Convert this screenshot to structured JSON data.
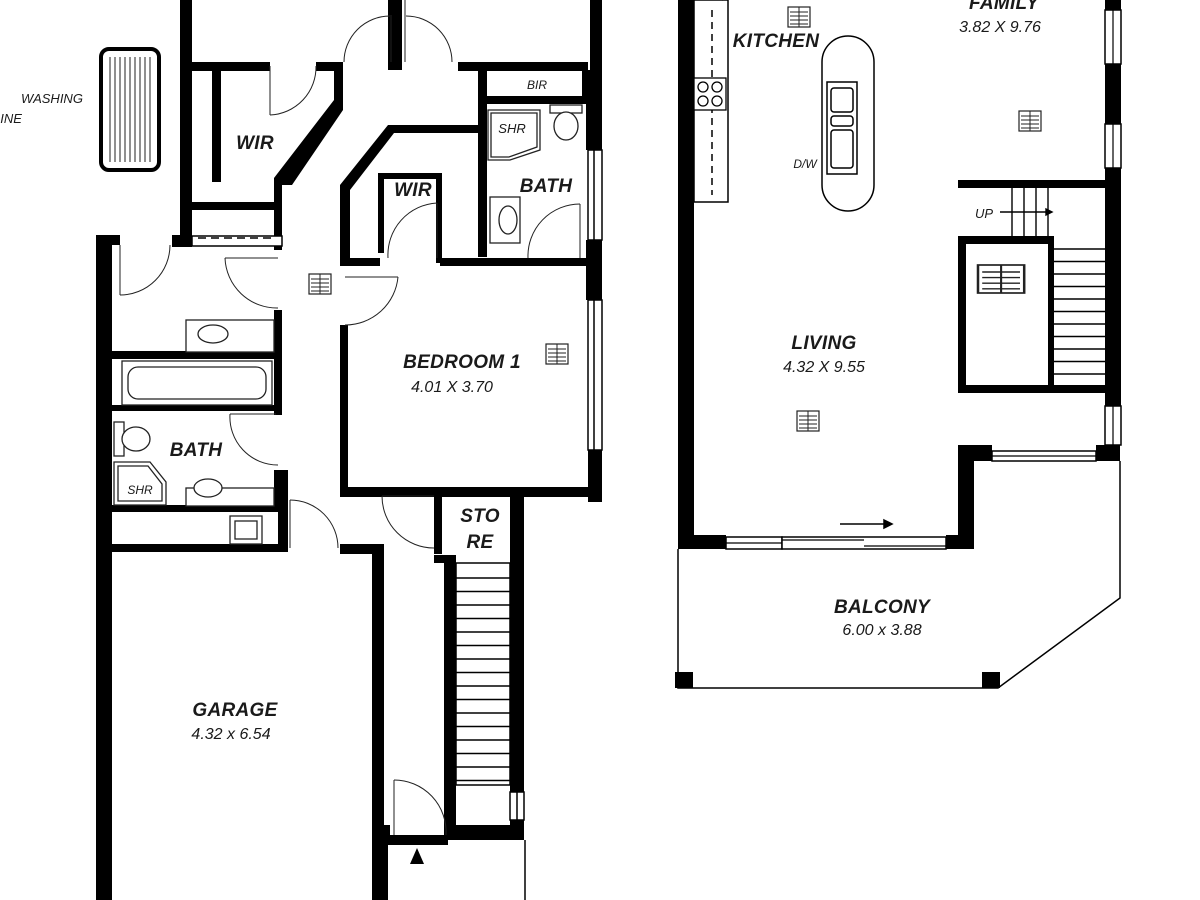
{
  "labels": {
    "washing_line": [
      "WASHING",
      "LINE"
    ],
    "wir_left": "WIR",
    "wir_mid": "WIR",
    "bir": "BIR",
    "shr_ensuite": "SHR",
    "bath_ensuite": "BATH",
    "bedroom1": "BEDROOM 1",
    "bedroom1_dim": "4.01 X 3.70",
    "bath_main": "BATH",
    "shr_main": "SHR",
    "store": [
      "STO",
      "RE"
    ],
    "garage": "GARAGE",
    "garage_dim": "4.32 x 6.54",
    "kitchen": "KITCHEN",
    "family": "FAMILY",
    "family_dim": "3.82 X 9.76",
    "dw": "D/W",
    "up": "UP",
    "living": "LIVING",
    "living_dim": "4.32 X 9.55",
    "balcony": "BALCONY",
    "balcony_dim": "6.00 x 3.88"
  },
  "colors": {
    "wall": "#000000",
    "line": "#333333",
    "background": "#ffffff"
  },
  "icons": [
    "window-vent-icon",
    "toilet-icon",
    "basin-icon",
    "bathtub-icon",
    "cooktop-icon",
    "sink-icon",
    "washing-line-icon",
    "entry-arrow-icon",
    "stairs-icon"
  ]
}
